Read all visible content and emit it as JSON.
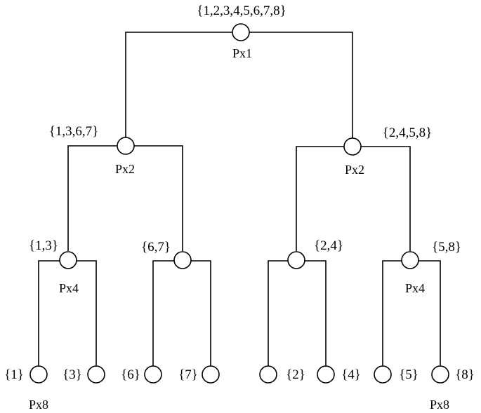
{
  "tree": {
    "root": {
      "set": "{1,2,3,4,5,6,7,8}",
      "proc": "Px1"
    },
    "level1": [
      {
        "set": "{1,3,6,7}",
        "proc": "Px2"
      },
      {
        "set": "{2,4,5,8}",
        "proc": "Px2"
      }
    ],
    "level2": [
      {
        "set": "{1,3}",
        "proc": "Px4"
      },
      {
        "set": "{6,7}",
        "proc": ""
      },
      {
        "set": "{2,4}",
        "proc": ""
      },
      {
        "set": "{5,8}",
        "proc": "Px4"
      }
    ],
    "leaves": [
      {
        "set": "{1}"
      },
      {
        "set": "{3}"
      },
      {
        "set": "{6}"
      },
      {
        "set": "{7}"
      },
      {
        "set": "{2}"
      },
      {
        "set": "{4}"
      },
      {
        "set": "{5}"
      },
      {
        "set": "{8}"
      }
    ],
    "leaf_procs": [
      "Px8",
      "Px8"
    ]
  }
}
